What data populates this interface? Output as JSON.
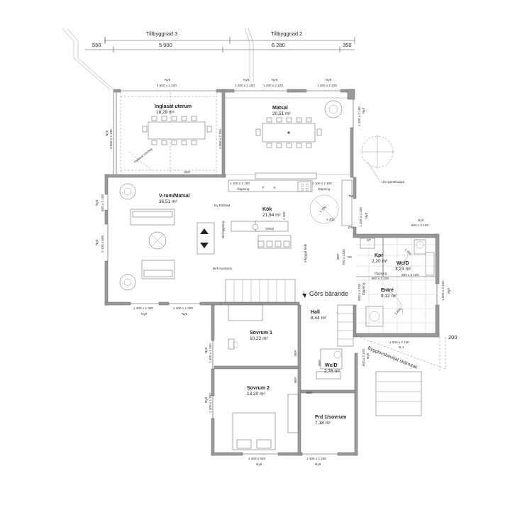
{
  "header_dims": {
    "sections": [
      "Tillbyggnad 3",
      "Tillbyggnad 2"
    ],
    "values": [
      "550",
      "5 000",
      "6 280",
      "350"
    ]
  },
  "rooms": [
    {
      "name": "Inglasat uterum",
      "area": "18,29 m²"
    },
    {
      "name": "Matsal",
      "area": "20,51 m²"
    },
    {
      "name": "V-rum/Matsal",
      "area": "36,51 m²"
    },
    {
      "name": "Kök",
      "area": "21,94 m²"
    },
    {
      "name": "Kpr",
      "area": "2,20 m²"
    },
    {
      "name": "Wc/D",
      "area": "3,23 m²"
    },
    {
      "name": "Entré",
      "area": "9,12 m²"
    },
    {
      "name": "Hall",
      "area": "8,44 m²"
    },
    {
      "name": "Sovrum 1",
      "area": "10,22 m²"
    },
    {
      "name": "Wc/D",
      "area": "2,76 m²"
    },
    {
      "name": "Sovrum 2",
      "area": "13,20 m²"
    },
    {
      "name": "Frd 1/sovrum",
      "area": "7,18 m²"
    }
  ],
  "notes": {
    "nytt": "Nytt",
    "bef": "BEF",
    "opening": "Öppning",
    "ny_eldstad": "Ny Eldstad",
    "bef_oppning": "Bef öppning",
    "bef_murstock": "Bef murstock",
    "gors_barande": "Görs bärande",
    "utv_spiraltrappa": "Utv spiraltrappa",
    "bygglov": "Bygglovsbeviljat skärmtak",
    "inglasat_vardag": "Inglasat vardag",
    "intakt_balk": "Inbyggd balk",
    "vinkyl": "Vinkyl",
    "dim_200": "200",
    "tm": "TM",
    "dm": "DM",
    "sk": "SK",
    "st": "ST",
    "f": "F",
    "k": "K",
    "d1": "D-1"
  },
  "window_dims": {
    "w4600x2100": "4 600 x 2 100",
    "w1200x2100": "1 200 x 2 100",
    "w1100x2100": "1 100 x 2 100",
    "w600x2100": "600 x 2 100",
    "w2100x600": "2 100 x 600",
    "w1400x1300": "1 400 x 1 300",
    "w1400x600": "1 400 x 600",
    "w1200x2100b": "1 200 x 2 100",
    "w3600x2100": "3 600 x 2 100",
    "w3900x2100": "3 900 x 2 100",
    "w900x2100": "900 x 2 100",
    "w800x2100": "800 x 2 100",
    "w1000x2100": "1 000 x 2 100",
    "w1500x2100": "1 500 x 2 100",
    "w700x2100": "700 x 2100",
    "d1300": "1 300",
    "d1300b": "1 300",
    "d1300c": "1 300",
    "d1800": "1 800"
  }
}
